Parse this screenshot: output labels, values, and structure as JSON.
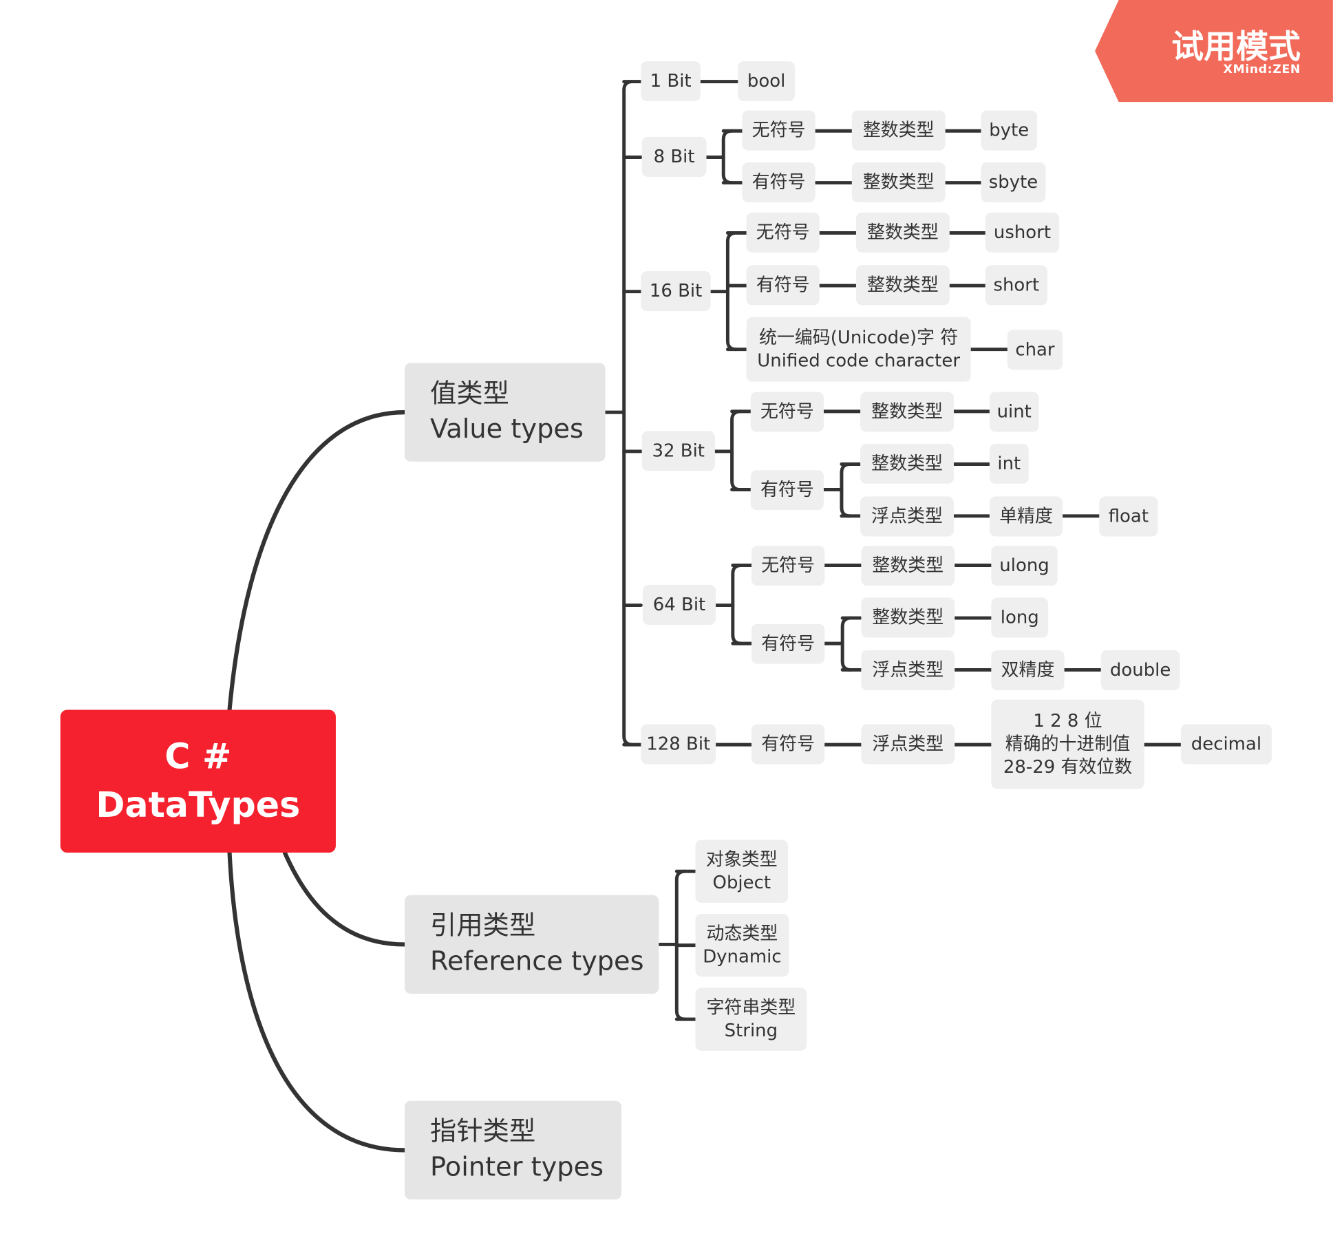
{
  "watermark": {
    "title": "试用模式",
    "subtitle": "XMind:ZEN",
    "color": "#f26a59"
  },
  "colors": {
    "root": "#f5212e",
    "branch_line": "#333333",
    "node_bg": "#efefef",
    "main_node_bg": "#e5e5e5"
  },
  "root": {
    "line1": "C #",
    "line2": "DataTypes"
  },
  "branches": {
    "value": {
      "zh": "值类型",
      "en": "Value types",
      "bits": {
        "b1": {
          "label": "1 Bit",
          "type": "bool"
        },
        "b8": {
          "label": "8 Bit",
          "unsigned": {
            "sign": "无符号",
            "category": "整数类型",
            "type": "byte"
          },
          "signed": {
            "sign": "有符号",
            "category": "整数类型",
            "type": "sbyte"
          }
        },
        "b16": {
          "label": "16 Bit",
          "unsigned": {
            "sign": "无符号",
            "category": "整数类型",
            "type": "ushort"
          },
          "signed": {
            "sign": "有符号",
            "category": "整数类型",
            "type": "short"
          },
          "unicode": {
            "zh": "统一编码(Unicode)字 符",
            "en": "Unified code character",
            "type": "char"
          }
        },
        "b32": {
          "label": "32 Bit",
          "unsigned": {
            "sign": "无符号",
            "category": "整数类型",
            "type": "uint"
          },
          "signed": {
            "sign": "有符号",
            "integer": {
              "category": "整数类型",
              "type": "int"
            },
            "floating": {
              "category": "浮点类型",
              "precision": "单精度",
              "type": "float"
            }
          }
        },
        "b64": {
          "label": "64 Bit",
          "unsigned": {
            "sign": "无符号",
            "category": "整数类型",
            "type": "ulong"
          },
          "signed": {
            "sign": "有符号",
            "integer": {
              "category": "整数类型",
              "type": "long"
            },
            "floating": {
              "category": "浮点类型",
              "precision": "双精度",
              "type": "double"
            }
          }
        },
        "b128": {
          "label": "128 Bit",
          "sign": "有符号",
          "category": "浮点类型",
          "precision": {
            "line1": "1 2 8 位",
            "line2": "精确的十进制值",
            "line3": "28-29 有效位数"
          },
          "type": "decimal"
        }
      }
    },
    "reference": {
      "zh": "引用类型",
      "en": "Reference types",
      "items": [
        {
          "zh": "对象类型",
          "en": "Object"
        },
        {
          "zh": "动态类型",
          "en": "Dynamic"
        },
        {
          "zh": "字符串类型",
          "en": "String"
        }
      ]
    },
    "pointer": {
      "zh": "指针类型",
      "en": "Pointer types"
    }
  }
}
